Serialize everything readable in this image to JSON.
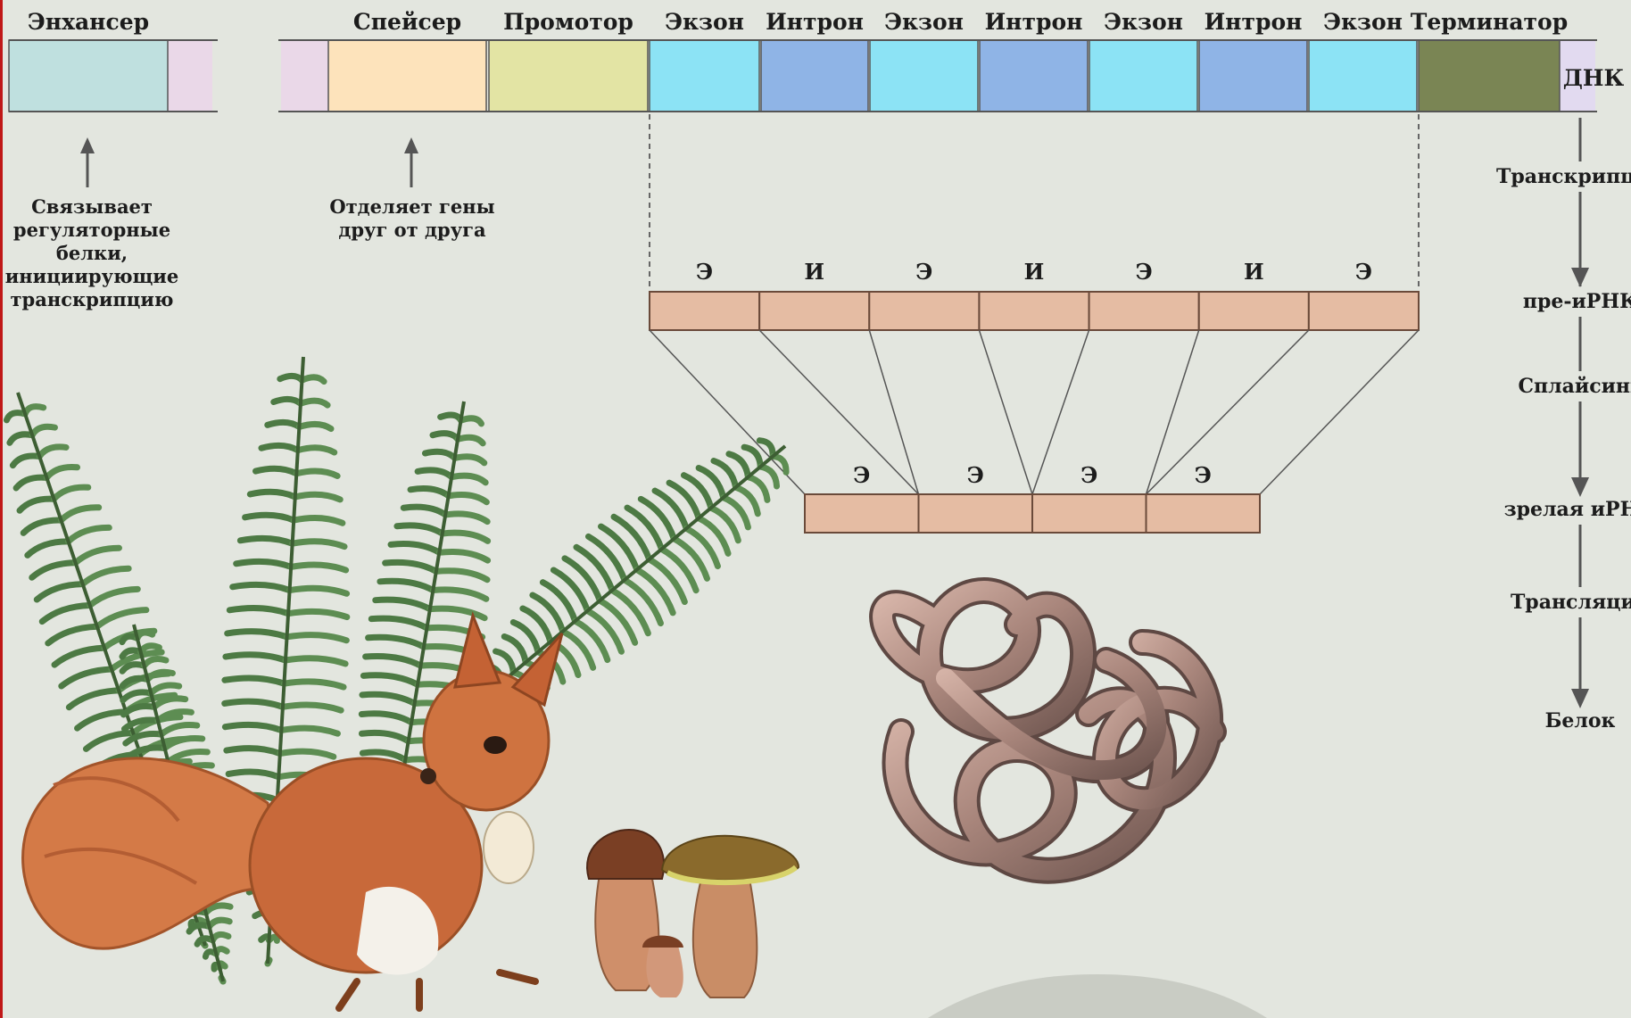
{
  "dna": {
    "label": "ДНК",
    "segments": [
      {
        "label": "Энхансер",
        "color": "#bfe0df"
      },
      {
        "label": "Спейсер",
        "color": "#fde3bb"
      },
      {
        "label": "Промотор",
        "color": "#e3e4a4"
      },
      {
        "label": "Экзон",
        "color": "#8ce3f5"
      },
      {
        "label": "Интрон",
        "color": "#8fb4e6"
      },
      {
        "label": "Экзон",
        "color": "#8ce3f5"
      },
      {
        "label": "Интрон",
        "color": "#8fb4e6"
      },
      {
        "label": "Экзон",
        "color": "#8ce3f5"
      },
      {
        "label": "Интрон",
        "color": "#8fb4e6"
      },
      {
        "label": "Экзон",
        "color": "#8ce3f5"
      },
      {
        "label": "Терминатор",
        "color": "#7a8554"
      }
    ]
  },
  "notes": {
    "enhancer": [
      "Связывает",
      "регуляторные",
      "белки,",
      "инициирующие",
      "транскрипцию"
    ],
    "spacer": [
      "Отделяет гены",
      "друг от друга"
    ]
  },
  "pre_mrna": {
    "labels": [
      "Э",
      "И",
      "Э",
      "И",
      "Э",
      "И",
      "Э"
    ],
    "color": "#e5bca3"
  },
  "mature_mrna": {
    "labels": [
      "Э",
      "Э",
      "Э",
      "Э"
    ],
    "color": "#e5bca3"
  },
  "process": {
    "steps": [
      "Транскрипция",
      "пре-иРНК",
      "Сплайсинг",
      "зрелая иРНК",
      "Трансляция",
      "Белок"
    ]
  },
  "colors": {
    "background": "#e3e6df",
    "protein": "#b48f84",
    "fern": "#4d7a44",
    "squirrel": "#c8693a",
    "mushroom_cap": "#8a5a2e"
  }
}
